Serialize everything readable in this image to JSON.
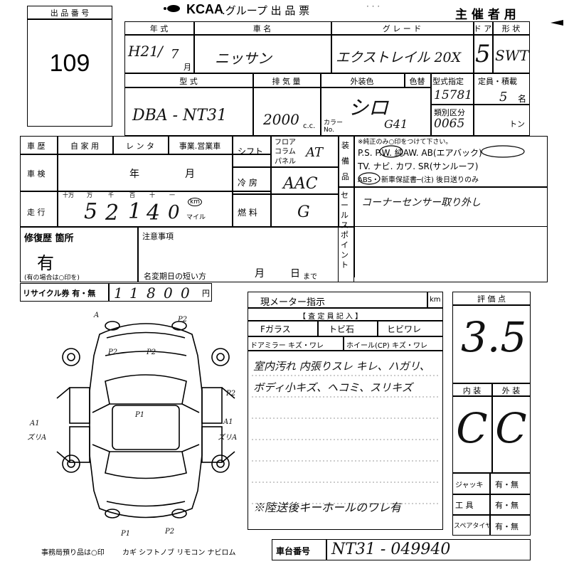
{
  "header": {
    "lot_label": "出 品 番 号",
    "lot_number": "109",
    "logo": "KCAA",
    "title": ".グループ 出 品 票",
    "organizer": "主 催 者 用"
  },
  "row1": {
    "year_label": "年 式",
    "maker_label": "車 名",
    "grade_label": "グ レ ー ド",
    "door_label": "ド ア",
    "type_label": "形 状",
    "year_value": "H21",
    "month_value": "7",
    "month_unit": "月",
    "maker_value": "ニッサン",
    "grade_value": "エクストレイル 20X",
    "door_value": "5",
    "shape_value": "SWT"
  },
  "row2": {
    "model_label": "型 式",
    "displacement_label": "排 気 量",
    "color_label": "外装色",
    "color_change_label": "色替",
    "type_designation_label": "型式指定",
    "capacity_label": "定員・積載",
    "model_value": "DBA - NT31",
    "displacement_value": "2000",
    "cc_unit": "c.c.",
    "color_value": "シロ",
    "color_no_label": "カラー No.",
    "color_no_value": "G41",
    "type_designation_value": "15781",
    "category_label": "類別区分",
    "category_value": "0065",
    "capacity_value": "5",
    "capacity_unit": "名",
    "tonnage_unit": "トン"
  },
  "history": {
    "label": "車 歴",
    "options": [
      "自 家 用",
      "レ ン タ",
      "事業.営業車"
    ],
    "inspection_label": "車 検",
    "inspection_year": "年",
    "inspection_month": "月",
    "mileage_label": "走 行",
    "mileage_digits_labels": [
      "十万",
      "万",
      "千",
      "百",
      "十",
      "一"
    ],
    "mileage_digits": [
      "5",
      "2",
      "1",
      "4",
      "0"
    ],
    "mileage_unit_km": "km",
    "mileage_unit_mile": "マイル"
  },
  "drivetrain": {
    "shift_label": "シフト",
    "shift_options": [
      "フロア",
      "コラム",
      "パネル"
    ],
    "shift_value": "AT",
    "ac_label": "冷 房",
    "ac_value": "AAC",
    "fuel_label": "燃 料",
    "fuel_value": "G"
  },
  "equipment": {
    "label": "装備品",
    "note": "※純正のみ○印をつけて下さい。",
    "line1": "P.S. P.W. 純AW. AB(エアバック)",
    "line2": "TV. ナビ. カワ. SR(サンルーフ)",
    "line3": "ABS・ 新車保証書─(注) 後日送りのみ"
  },
  "sales_point": {
    "label": "セールスポイント",
    "value": "コーナーセンサー取り外し"
  },
  "repair": {
    "label": "修復歴 箇所",
    "value": "有",
    "note": "(有の場合は○印を)"
  },
  "notes": {
    "label": "注意事項",
    "deadline_label": "名変期日の短い方",
    "month": "月",
    "day": "日",
    "until": "まで"
  },
  "recycle": {
    "label": "リサイクル券 有・無",
    "digits": [
      "1",
      "1",
      "8",
      "0",
      "0"
    ],
    "unit": "円"
  },
  "inspector": {
    "meter_label": "現メーター指示",
    "meter_unit": "km",
    "header": "【 査 定 員 記 入 】",
    "f_glass": "Fガラス",
    "tobi_ishi": "トビ石",
    "hibi_ware": "ヒビワレ",
    "door_mirror": "ドアミラー キズ・ワレ",
    "wheel": "ホイール(CP) キズ・ワレ",
    "comment1": "室内汚れ 内張りスレ キレ、ハガリ、",
    "comment2": "ボディ小キズ、ヘコミ、スリキズ",
    "comment3": "※陸送後キーホールのワレ有"
  },
  "score": {
    "label": "評 価 点",
    "value": "3.5",
    "interior_label": "内 装",
    "exterior_label": "外 装",
    "interior_value": "C",
    "exterior_value": "C"
  },
  "tools": {
    "jack_label": "ジャッキ",
    "jack_value": "有・無",
    "tools_label": "工 具",
    "tools_value": "有・無",
    "spare_label": "スペアタイヤ",
    "spare_value": "有・無"
  },
  "chassis": {
    "label": "車台番号",
    "value": "NT31 - 049940"
  },
  "footer": {
    "office_note": "事務局預り品は○印",
    "items": "カギ シフトノブ リモコン ナビロム"
  },
  "diagram_marks": {
    "a": "A",
    "p1": "P1",
    "p2": "P2",
    "a1": "A1",
    "zuri_a": "ズリA"
  }
}
